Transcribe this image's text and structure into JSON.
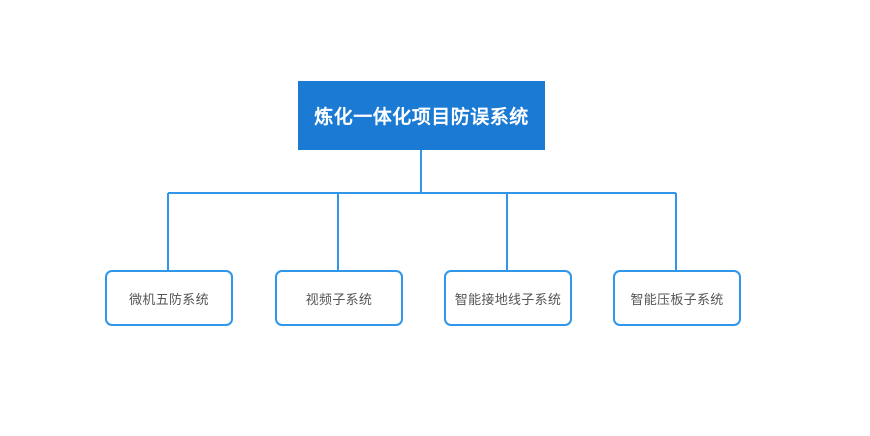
{
  "diagram": {
    "type": "org-chart",
    "background_color": "#ffffff",
    "root": {
      "label": "炼化一体化项目防误系统",
      "fill_color": "#1b7ad3",
      "text_color": "#ffffff"
    },
    "connector": {
      "color": "#2f96eb",
      "width": 2
    },
    "children": [
      {
        "label": "微机五防系统"
      },
      {
        "label": "视频子系统"
      },
      {
        "label": "智能接地线子系统"
      },
      {
        "label": "智能压板子系统"
      }
    ],
    "child_style": {
      "fill_color": "#ffffff",
      "border_color": "#2f96eb",
      "text_color": "#555555"
    }
  }
}
